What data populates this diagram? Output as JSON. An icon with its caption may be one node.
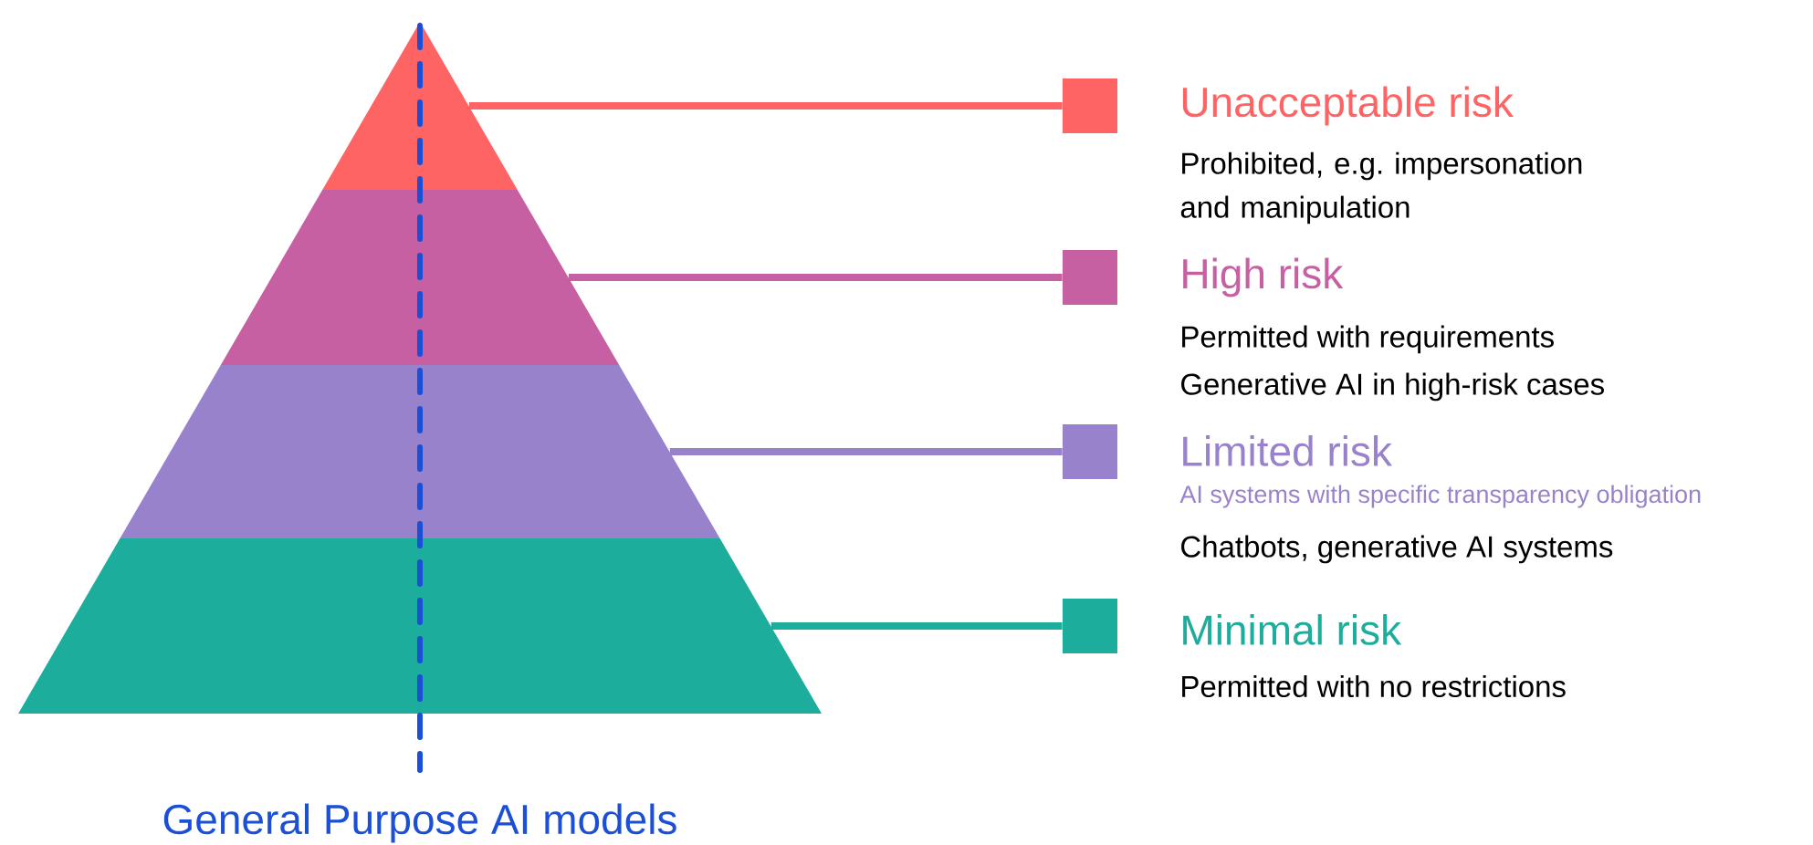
{
  "diagram": {
    "nodes": [
      {
        "text": [],
        "shape": "triangle"
      },
      {
        "text": [],
        "shape": "band"
      },
      {
        "text": [],
        "shape": "band"
      },
      {
        "text": [],
        "shape": "band"
      },
      {
        "text": [],
        "shape": "box",
        "beside": [
          "Unacceptable risk",
          "Prohibited, e.g. impersonation and manipulation"
        ]
      },
      {
        "text": [],
        "shape": "box",
        "beside": [
          "High risk",
          "Permitted with requirements",
          "Generative AI in high-risk cases"
        ]
      },
      {
        "text": [],
        "shape": "box",
        "beside": [
          "Limited risk",
          "AI systems with specific transparency obligation",
          "Chatbots, generative AI systems"
        ]
      },
      {
        "text": [],
        "shape": "box",
        "beside": [
          "Minimal risk",
          "Permitted with no restrictions"
        ]
      }
    ],
    "edges": [
      {
        "from": 0,
        "to": 4,
        "arrow": "none",
        "color": "#ff6464"
      },
      {
        "from": 1,
        "to": 5,
        "arrow": "none",
        "color": "#c760a2"
      },
      {
        "from": 2,
        "to": 6,
        "arrow": "none",
        "color": "#9982cc"
      },
      {
        "from": 3,
        "to": 7,
        "arrow": "none",
        "color": "#1cad9c"
      }
    ],
    "labels": [
      "General Purpose AI models"
    ]
  }
}
